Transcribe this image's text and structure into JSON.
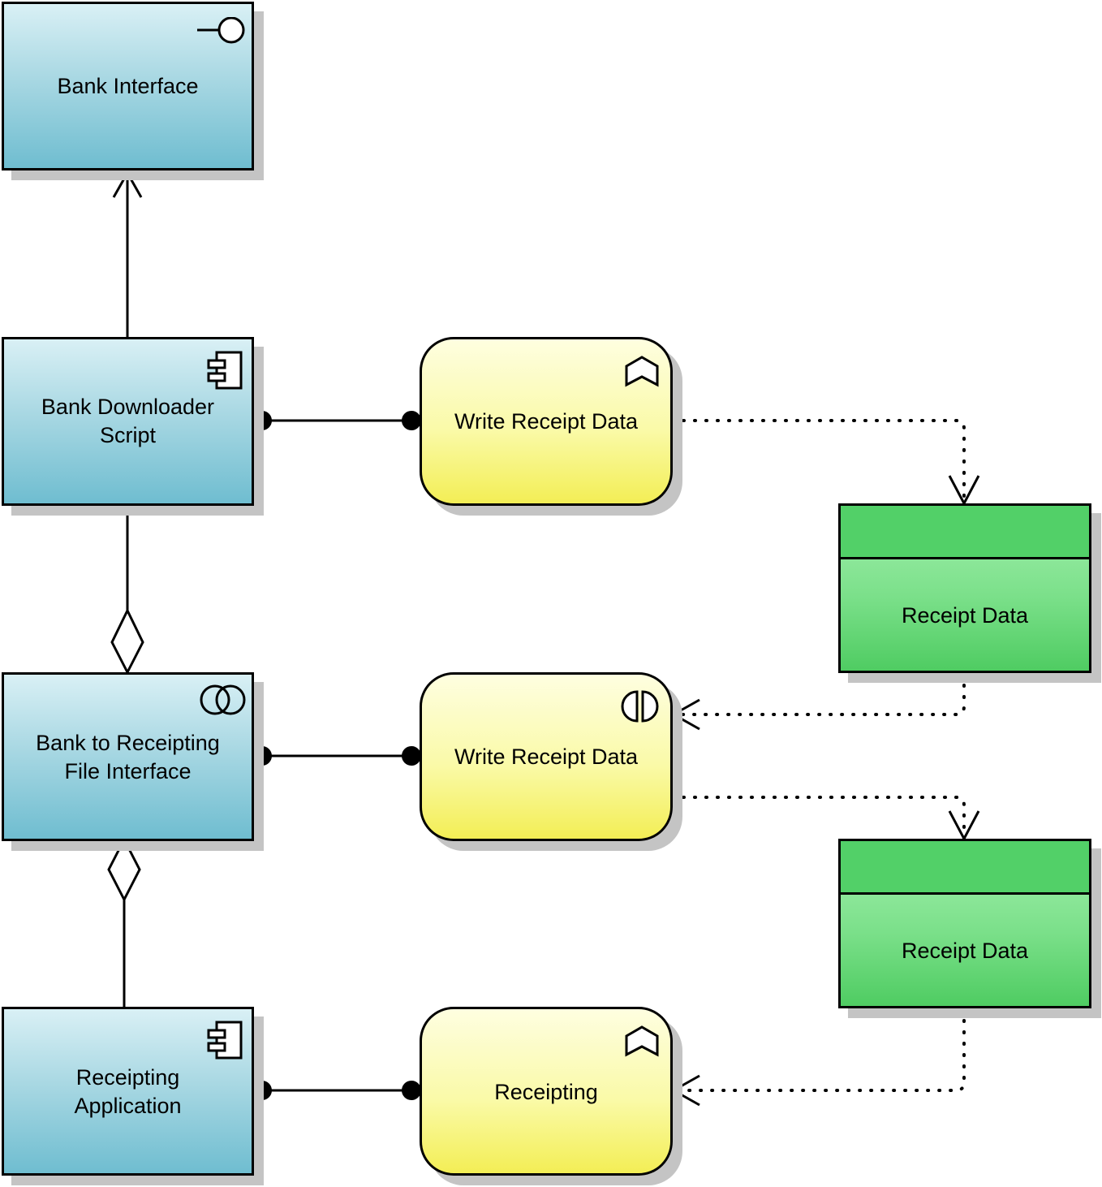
{
  "nodes": {
    "bank_interface": {
      "label": "Bank Interface",
      "kind": "application-interface",
      "icon": "interface-icon"
    },
    "bank_downloader_script": {
      "label": "Bank Downloader\nScript",
      "kind": "application-component",
      "icon": "component-icon"
    },
    "bank_to_receipting_file_interface": {
      "label": "Bank to Receipting\nFile Interface",
      "kind": "application-collaboration",
      "icon": "collaboration-icon"
    },
    "receipting_application": {
      "label": "Receipting\nApplication",
      "kind": "application-component",
      "icon": "component-icon"
    },
    "write_receipt_data_function": {
      "label": "Write Receipt Data",
      "kind": "application-function",
      "icon": "function-icon"
    },
    "write_receipt_data_interaction": {
      "label": "Write Receipt Data",
      "kind": "application-interaction",
      "icon": "interaction-icon"
    },
    "receipting_function": {
      "label": "Receipting",
      "kind": "application-function",
      "icon": "function-icon"
    },
    "receipt_data_1": {
      "label": "Receipt Data",
      "kind": "data-object"
    },
    "receipt_data_2": {
      "label": "Receipt Data",
      "kind": "data-object"
    }
  },
  "edges": [
    {
      "from": "bank_downloader_script",
      "to": "bank_interface",
      "kind": "serving-arrow"
    },
    {
      "from": "bank_to_receipting_file_interface",
      "to": "bank_downloader_script",
      "kind": "aggregation"
    },
    {
      "from": "bank_to_receipting_file_interface",
      "to": "receipting_application",
      "kind": "aggregation"
    },
    {
      "from": "bank_downloader_script",
      "to": "write_receipt_data_function",
      "kind": "assignment"
    },
    {
      "from": "bank_to_receipting_file_interface",
      "to": "write_receipt_data_interaction",
      "kind": "assignment"
    },
    {
      "from": "receipting_application",
      "to": "receipting_function",
      "kind": "assignment"
    },
    {
      "from": "write_receipt_data_function",
      "to": "receipt_data_1",
      "kind": "access-write"
    },
    {
      "from": "receipt_data_1",
      "to": "write_receipt_data_interaction",
      "kind": "access-read"
    },
    {
      "from": "write_receipt_data_interaction",
      "to": "receipt_data_2",
      "kind": "access-write"
    },
    {
      "from": "receipt_data_2",
      "to": "receipting_function",
      "kind": "access-read"
    }
  ],
  "colors": {
    "application_fill": "#a9d8e3",
    "function_fill": "#fafaa8",
    "data_fill": "#7be08a",
    "data_header": "#52d068",
    "stroke": "#000000",
    "shadow": "#c4c4c4"
  }
}
